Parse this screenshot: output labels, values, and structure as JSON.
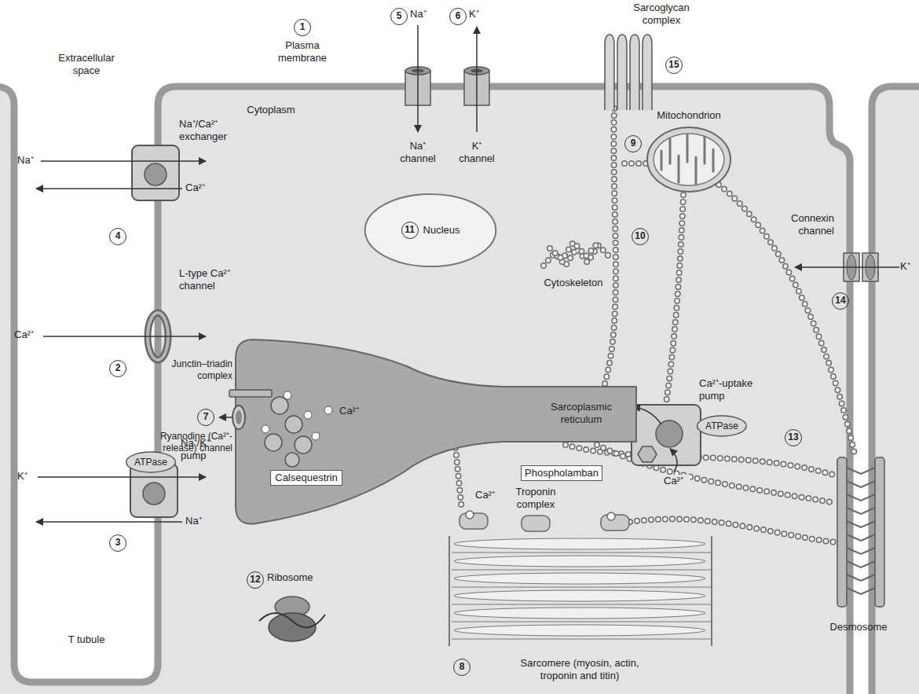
{
  "diagram": {
    "nodes": [
      {
        "text": [
          "Mitochondrion"
        ]
      },
      {
        "text": [
          "11",
          "Nucleus"
        ]
      },
      {
        "text": [
          "Sarcoplasmic reticulum"
        ]
      },
      {
        "text": [
          "ATPase"
        ]
      },
      {
        "text": [
          "ATPase"
        ]
      }
    ],
    "labels": [
      "1",
      "Plasma membrane",
      "Extracellular space",
      "Cytoplasm",
      "5",
      "Na⁺",
      "6",
      "K⁺",
      "Na⁺ channel",
      "K⁺ channel",
      "Sarcoglycan complex",
      "15",
      "9",
      "Connexin channel",
      "K⁺",
      "14",
      "10",
      "Cytoskeleton",
      "Na⁺/Ca²⁺ exchanger",
      "Na⁺",
      "Ca²⁺",
      "4",
      "L-type Ca²⁺ channel",
      "Ca²⁺",
      "2",
      "Na⁺/K⁺ pump",
      "K⁺",
      "Na⁺",
      "3",
      "T tubule",
      "Junctin–triadin complex",
      "7",
      "Ryanodine (Ca²⁺-release) channel",
      "Calsequestrin",
      "Ca²⁺",
      "Ca²⁺-uptake pump",
      "Phospholamban",
      "Ca²⁺",
      "13",
      "Ca²⁺",
      "Troponin complex",
      "12",
      "Ribosome",
      "8",
      "Sarcomere (myosin, actin, troponin and titin)",
      "Desmosome"
    ]
  }
}
